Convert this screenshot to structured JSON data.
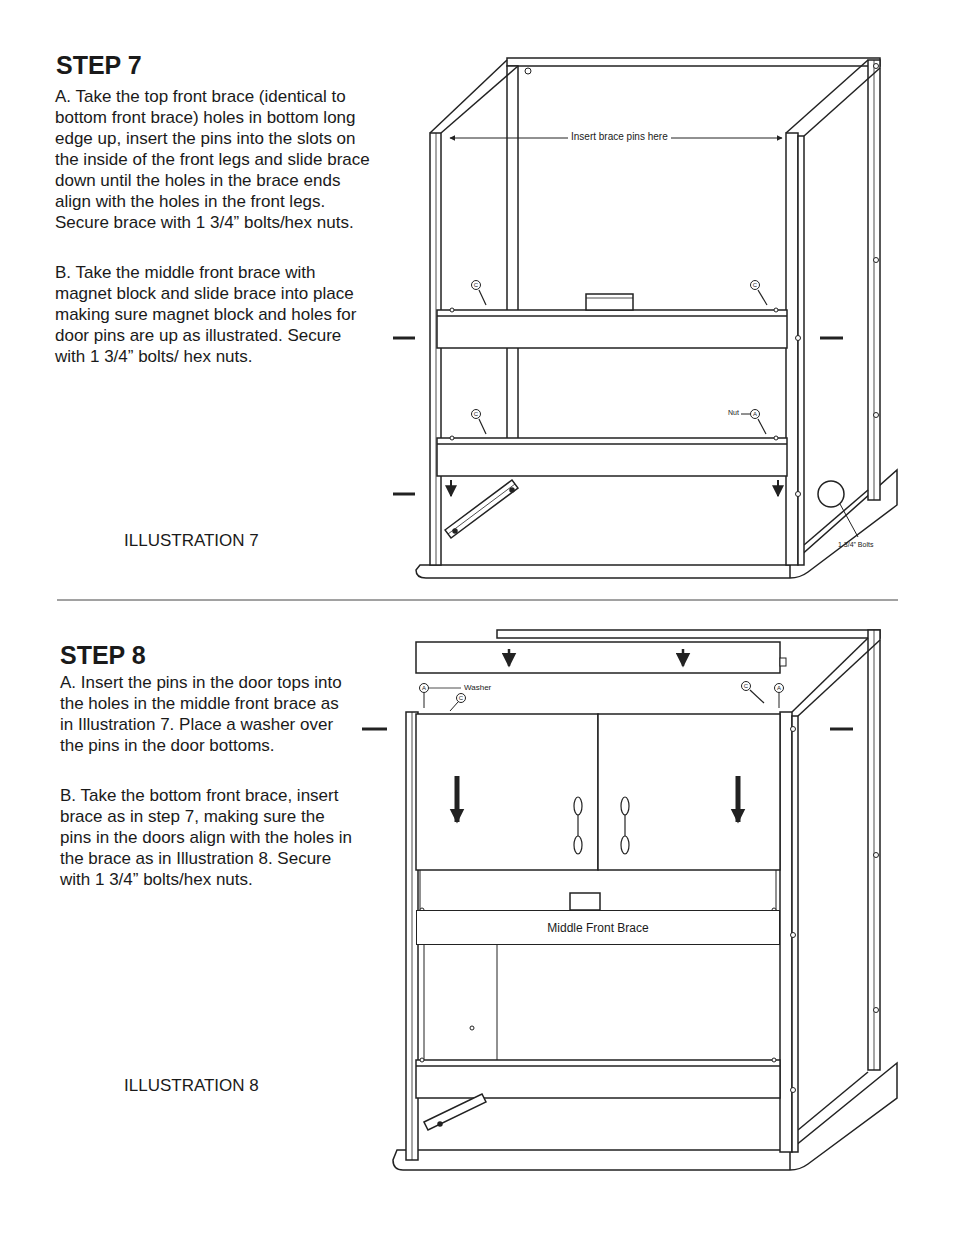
{
  "diagram": {
    "nodes": [
      {
        "text": [
          "C"
        ]
      },
      {
        "text": [
          "C"
        ]
      },
      {
        "text": [
          "C"
        ]
      },
      {
        "text": [
          "A"
        ]
      },
      {
        "text": [
          "A"
        ]
      },
      {
        "text": [
          "C"
        ]
      },
      {
        "text": [
          "C"
        ]
      },
      {
        "text": [
          "A"
        ]
      },
      {
        "text": [
          "Middle Front Brace"
        ]
      }
    ],
    "labels": [
      "STEP 7",
      "A. Take the top front brace (identical to bottom front brace) holes in bottom long edge up, insert the pins into the slots on the inside of the front legs and slide brace down until the holes in the brace ends align with the holes in the front legs. Secure brace with 1 3/4” bolts/hex nuts.",
      "B. Take the middle front brace with magnet block and slide brace into place making sure magnet block and holes for door pins are up as illustrated. Secure with 1 3/4” bolts/ hex nuts.",
      "Insert brace pins here",
      "Nut",
      "1 3/4” Bolts",
      "ILLUSTRATION 7",
      "STEP 8",
      "A. Insert the pins in the door tops into the holes in the middle front brace as in Illustration 7. Place a washer over the pins in the door bottoms.",
      "B. Take the bottom front brace, insert brace as in step 7, making sure the pins in the doors align with the holes in the brace as in Illustration 8. Secure with 1 3/4” bolts/hex nuts.",
      "Washer",
      "ILLUSTRATION 8"
    ]
  }
}
